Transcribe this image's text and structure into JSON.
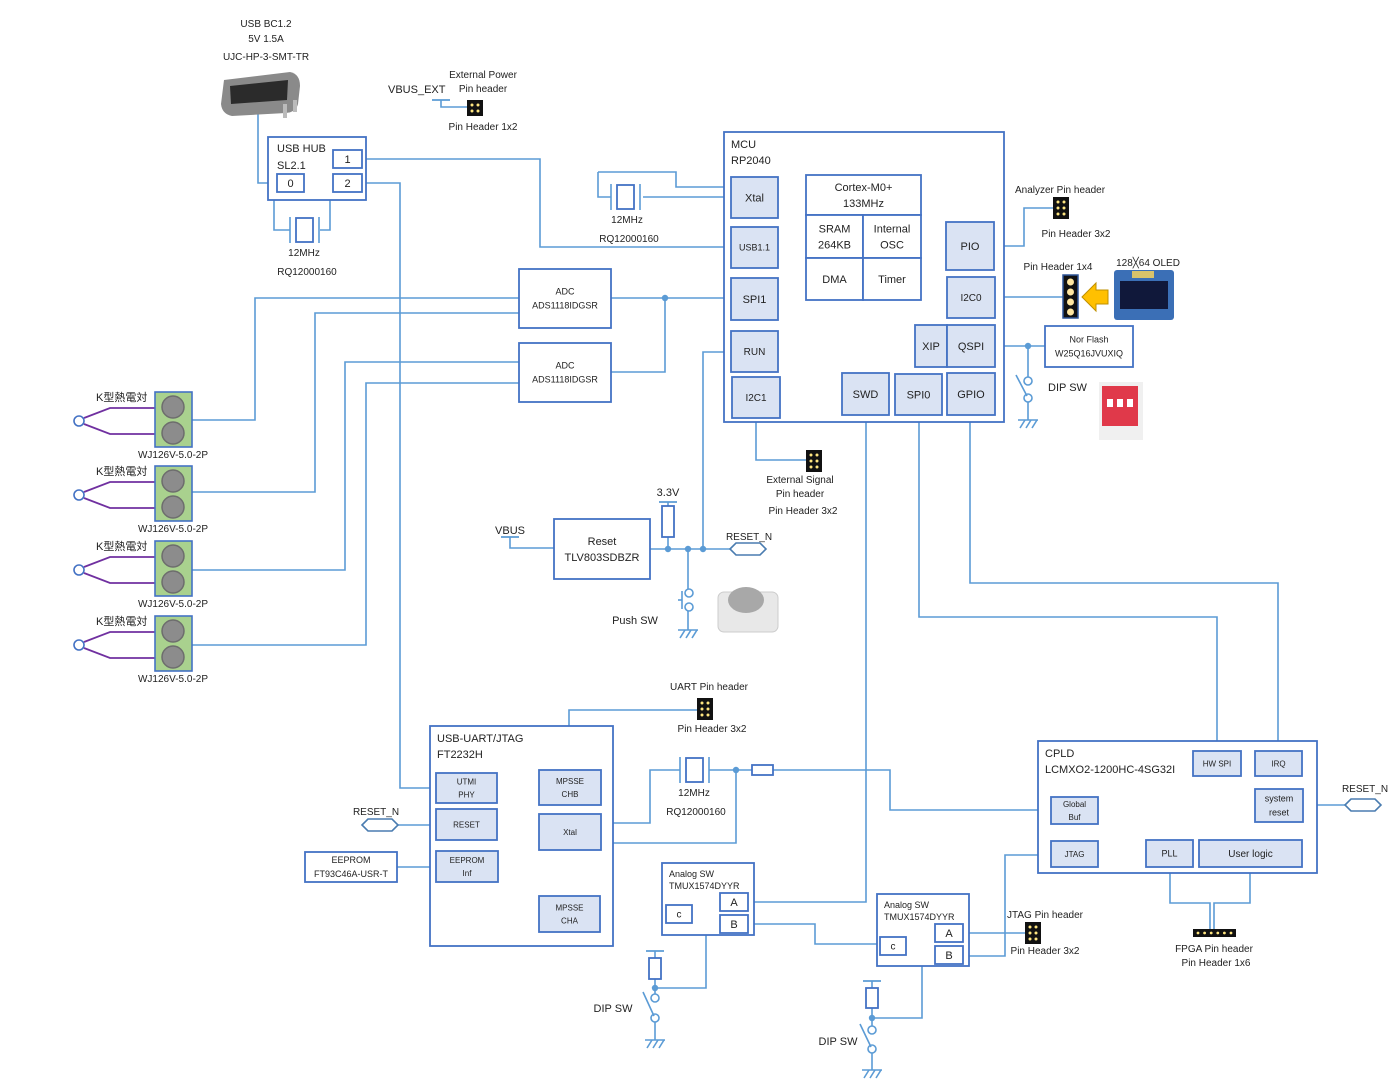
{
  "usb_connector": {
    "line1": "USB BC1.2",
    "line2": "5V 1.5A",
    "part": "UJC-HP-3-SMT-TR"
  },
  "ext_power": {
    "net": "VBUS_EXT",
    "title1": "External Power",
    "title2": "Pin header",
    "part": "Pin Header 1x2"
  },
  "usb_hub": {
    "title": "USB HUB",
    "part": "SL2.1",
    "port0": "0",
    "port1": "1",
    "port2": "2",
    "xtal_freq": "12MHz",
    "xtal_part": "RQ12000160"
  },
  "mcu": {
    "title": "MCU",
    "part": "RP2040",
    "xtal": "Xtal",
    "usb": "USB1.1",
    "spi1": "SPI1",
    "run": "RUN",
    "i2c1": "I2C1",
    "cortex1": "Cortex-M0+",
    "cortex2": "133MHz",
    "sram1": "SRAM",
    "sram2": "264KB",
    "osc1": "Internal",
    "osc2": "OSC",
    "dma": "DMA",
    "timer": "Timer",
    "pio": "PIO",
    "i2c0": "I2C0",
    "xip": "XIP",
    "qspi": "QSPI",
    "swd": "SWD",
    "spi0": "SPI0",
    "gpio": "GPIO",
    "xtal_freq": "12MHz",
    "xtal_part": "RQ12000160"
  },
  "adc": {
    "title": "ADC",
    "part": "ADS1118IDGSR"
  },
  "thermocouple": {
    "label": "K型熱電対",
    "connector": "WJ126V-5.0-2P"
  },
  "analyzer": {
    "title": "Analyzer Pin header",
    "part": "Pin Header 3x2"
  },
  "oled": {
    "header": "Pin Header 1x4",
    "title": "128╳64 OLED"
  },
  "flash": {
    "title": "Nor Flash",
    "part": "W25Q16JVUXIQ",
    "dip": "DIP SW"
  },
  "ext_signal": {
    "line1": "External Signal",
    "line2": "Pin header",
    "part": "Pin Header 3x2"
  },
  "reset": {
    "vbus": "VBUS",
    "title": "Reset",
    "part": "TLV803SDBZR",
    "v33": "3.3V",
    "net": "RESET_N",
    "push": "Push SW"
  },
  "uart": {
    "title": "UART Pin header",
    "part": "Pin Header 3x2"
  },
  "ft2232": {
    "title": "USB-UART/JTAG",
    "part": "FT2232H",
    "utmi1": "UTMI",
    "utmi2": "PHY",
    "reset": "RESET",
    "eep1": "EEPROM",
    "eep2": "Inf",
    "chb1": "MPSSE",
    "chb2": "CHB",
    "xtal": "Xtal",
    "cha1": "MPSSE",
    "cha2": "CHA",
    "reset_net": "RESET_N",
    "xtal_freq": "12MHz",
    "xtal_part": "RQ12000160"
  },
  "eeprom": {
    "title": "EEPROM",
    "part": "FT93C46A-USR-T"
  },
  "analog_sw": {
    "title": "Analog SW",
    "part": "TMUX1574DYYR",
    "c": "c",
    "a": "A",
    "b": "B",
    "dip": "DIP SW"
  },
  "jtag_header": {
    "title": "JTAG Pin header",
    "part": "Pin Header 3x2"
  },
  "cpld": {
    "title": "CPLD",
    "part": "LCMXO2-1200HC-4SG32I",
    "hwspi": "HW SPI",
    "irq": "IRQ",
    "gbuf1": "Global",
    "gbuf2": "Buf",
    "sysreset1": "system",
    "sysreset2": "reset",
    "jtag": "JTAG",
    "pll": "PLL",
    "userlogic": "User logic",
    "reset_net": "RESET_N"
  },
  "fpga_header": {
    "title": "FPGA Pin header",
    "part": "Pin Header 1x6"
  },
  "colors": {
    "wire": "#5b9bd5",
    "box": "#4472c4",
    "block_fill": "#dae3f3",
    "thermo_wire": "#7030a0",
    "terminal": "#a9d18e"
  }
}
